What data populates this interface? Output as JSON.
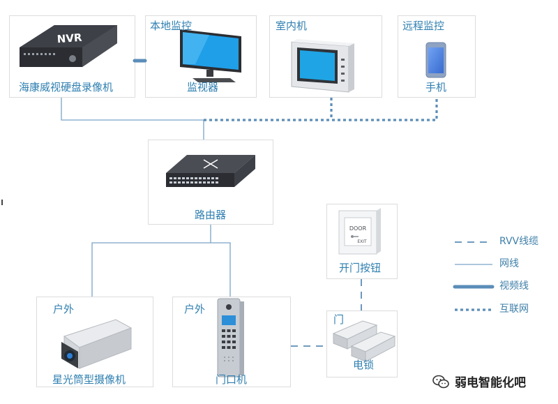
{
  "boxes": {
    "nvr": {
      "title": "",
      "label": "海康威视硬盘录像机",
      "device_text": "NVR"
    },
    "local_monitor": {
      "title": "本地监控",
      "label": "监视器"
    },
    "indoor": {
      "title": "室内机",
      "label": ""
    },
    "remote": {
      "title": "远程监控",
      "label": "手机"
    },
    "router": {
      "title": "",
      "label": "路由器"
    },
    "exit_button": {
      "title": "",
      "label": "开门按钮",
      "plate_line1": "DOOR",
      "plate_line2": "EXIT"
    },
    "camera": {
      "title": "户外",
      "label": "星光筒型摄像机"
    },
    "door_station": {
      "title": "户外",
      "label": "门口机"
    },
    "lock": {
      "title": "门",
      "label": "电锁"
    }
  },
  "legend": [
    {
      "label": "RVV线缆",
      "style": "dashed-long"
    },
    {
      "label": "网线",
      "style": "thin-solid"
    },
    {
      "label": "视频线",
      "style": "thick-solid"
    },
    {
      "label": "互联网",
      "style": "dotted-thick"
    }
  ],
  "watermark": {
    "text": "弱电智能化吧",
    "icon": "wechat-icon"
  },
  "colors": {
    "line": "#5b8db8",
    "text": "#2f7fb0",
    "border": "#dcdcdc"
  }
}
